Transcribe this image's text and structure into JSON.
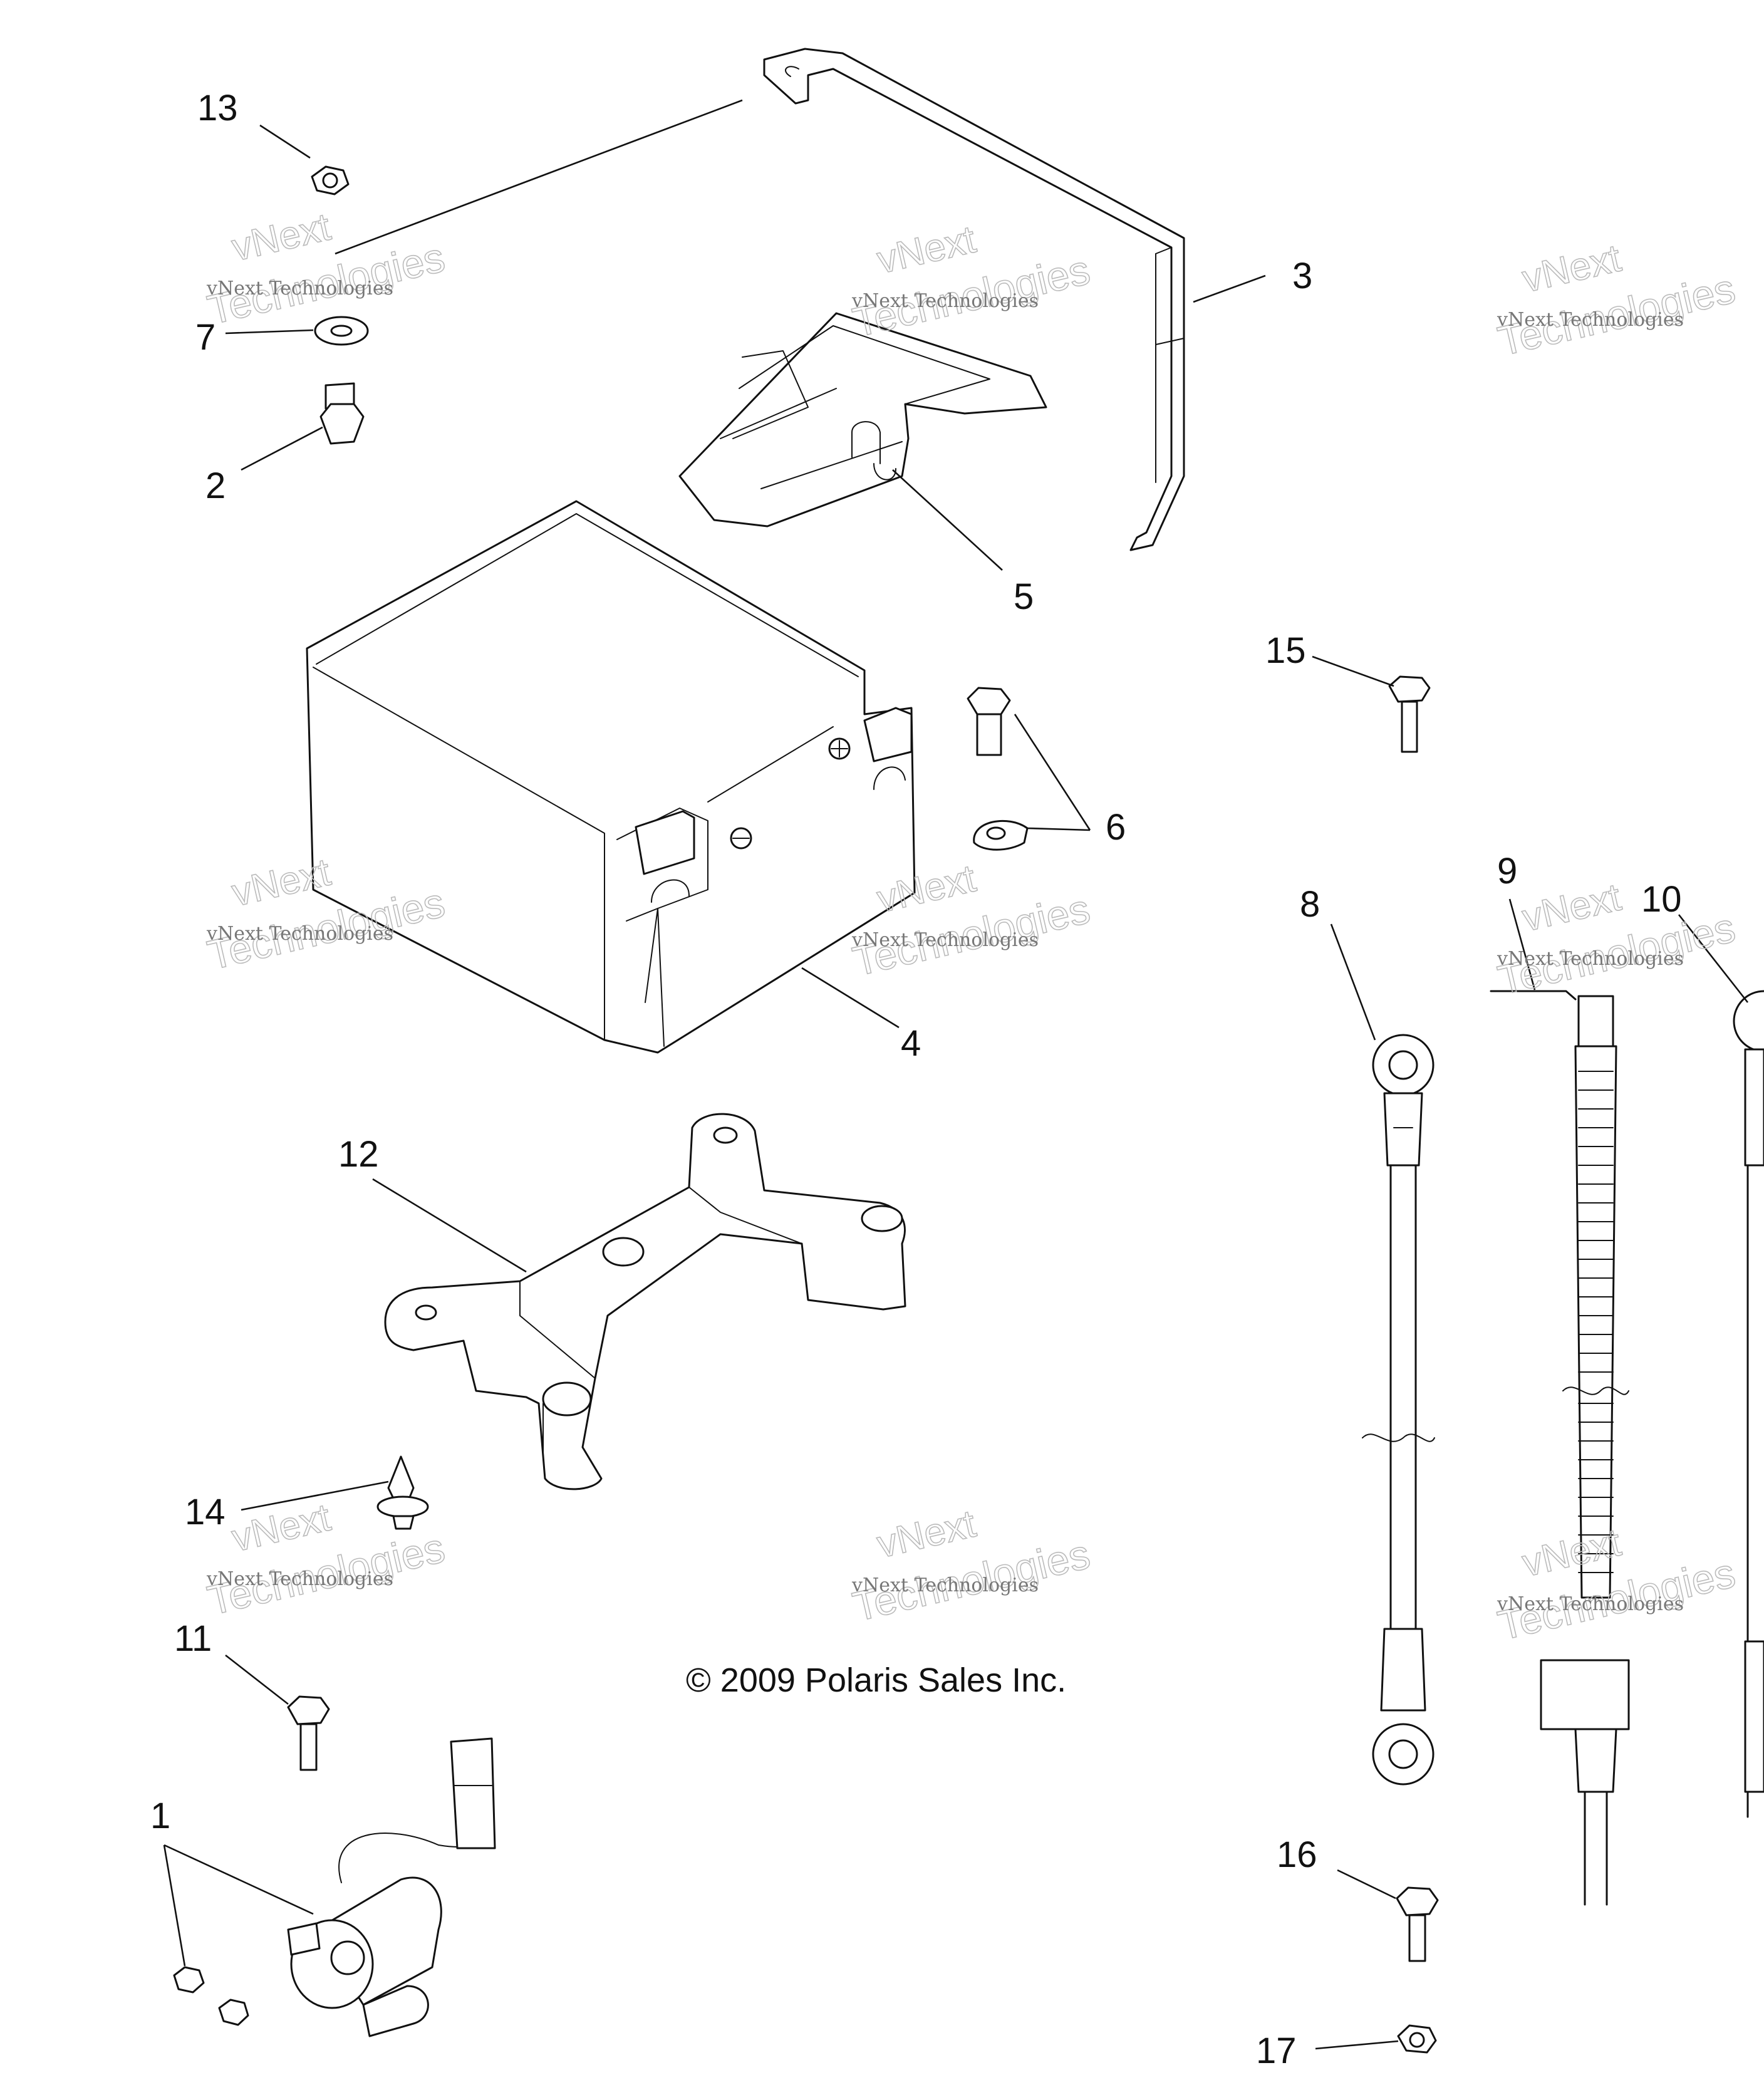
{
  "callouts": {
    "p1": "1",
    "p2": "2",
    "p3": "3",
    "p4": "4",
    "p5": "5",
    "p6": "6",
    "p7": "7",
    "p8": "8",
    "p9": "9",
    "p10": "10",
    "p11": "11",
    "p12": "12",
    "p13": "13",
    "p14": "14",
    "p15": "15",
    "p16": "16",
    "p17": "17"
  },
  "copyright": "© 2009 Polaris Sales Inc.",
  "watermark": {
    "line1": "vNext Technologies",
    "line2": "vNext",
    "line3": "Technologies"
  }
}
